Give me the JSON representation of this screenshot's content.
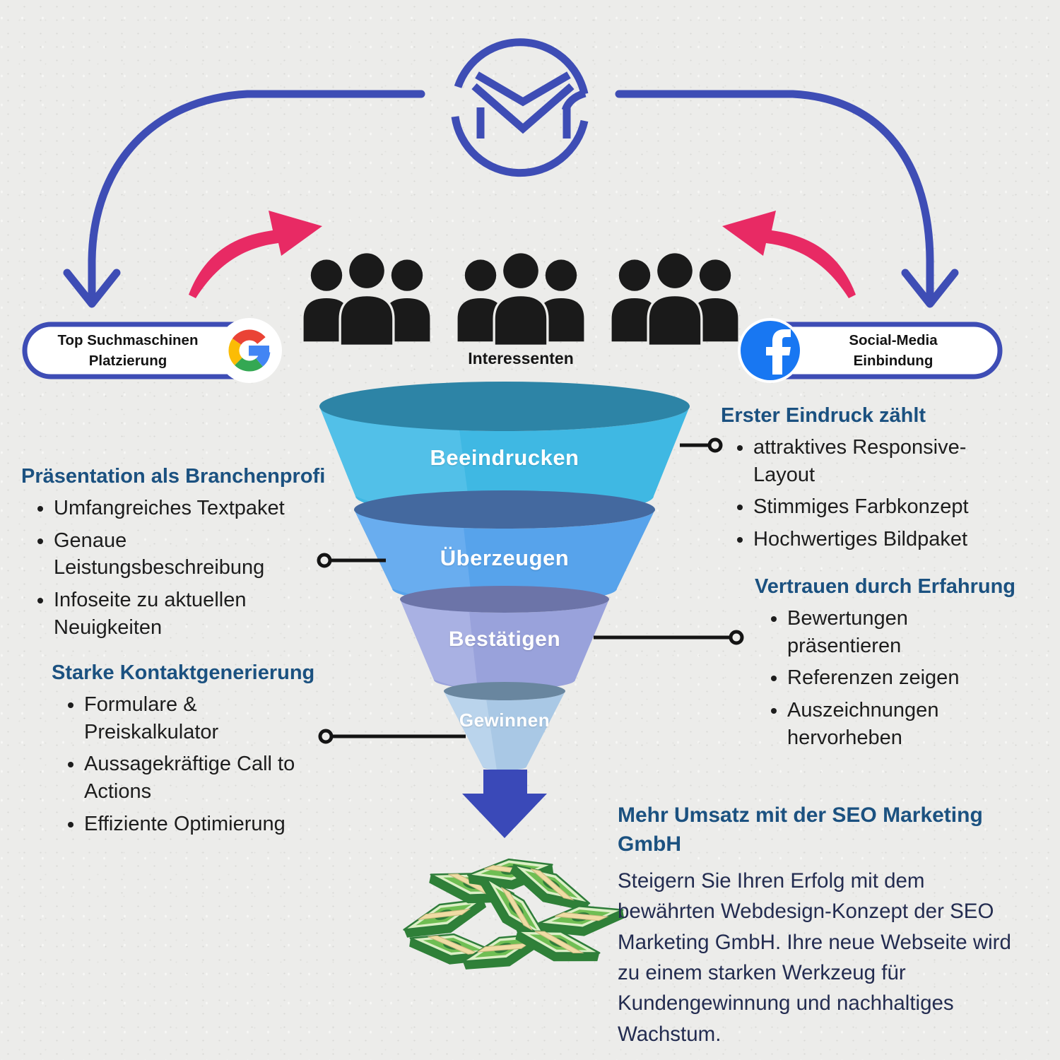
{
  "infographic": {
    "brand_logo": "seo-marketing-monogram",
    "audience_label": "Interessenten",
    "badges": {
      "left": {
        "line1": "Top Suchmaschinen",
        "line2": "Platzierung",
        "icon": "google-logo"
      },
      "right": {
        "line1": "Social-Media",
        "line2": "Einbindung",
        "icon": "facebook-logo"
      }
    },
    "funnel": {
      "stages": [
        {
          "label": "Beeindrucken",
          "top_color": "#2D84A6",
          "body_color": "#3FB8E3"
        },
        {
          "label": "Überzeugen",
          "top_color": "#44699F",
          "body_color": "#57A3EB"
        },
        {
          "label": "Bestätigen",
          "top_color": "#6C74A8",
          "body_color": "#99A2DB"
        },
        {
          "label": "Gewinnen",
          "top_color": "#69869F",
          "body_color": "#A9C8E5"
        }
      ]
    },
    "callouts": {
      "left_top": {
        "heading": "Präsentation als Branchenprofi",
        "bullets": [
          "Umfangreiches Textpaket",
          "Genaue Leistungsbeschreibung",
          "Infoseite zu aktuellen Neuigkeiten"
        ]
      },
      "left_bottom": {
        "heading": "Starke Kontaktgenerierung",
        "bullets": [
          "Formulare & Preiskalkulator",
          "Aussagekräftige Call to Actions",
          "Effiziente Optimierung"
        ]
      },
      "right_top": {
        "heading": "Erster Eindruck zählt",
        "bullets": [
          "attraktives Responsive-Layout",
          "Stimmiges Farbkonzept",
          "Hochwertiges Bildpaket"
        ]
      },
      "right_bottom": {
        "heading": "Vertrauen durch Erfahrung",
        "bullets": [
          "Bewertungen präsentieren",
          "Referenzen zeigen",
          "Auszeichnungen hervorheben"
        ]
      }
    },
    "outcome": {
      "heading": "Mehr Umsatz mit der SEO Marketing GmbH",
      "paragraph": "Steigern Sie Ihren Erfolg mit dem bewährten Webdesign-Konzept der SEO Marketing GmbH. Ihre neue Webseite wird zu einem starken Werkzeug für Kundengewinnung und nachhaltiges Wachstum."
    },
    "colors": {
      "accent_blue": "#3E4DB5",
      "pink": "#E82A64",
      "heading_navy": "#1B5180",
      "body_text": "#1D1D1D",
      "paragraph_navy": "#232C50",
      "facebook_blue": "#1877F2",
      "google_red": "#EA4335",
      "google_yellow": "#FBBC05",
      "google_green": "#34A853",
      "google_blue": "#4285F4",
      "money_green": "#2E7D3A",
      "down_arrow_blue": "#3A49B8",
      "background": "#ECECEA"
    }
  }
}
